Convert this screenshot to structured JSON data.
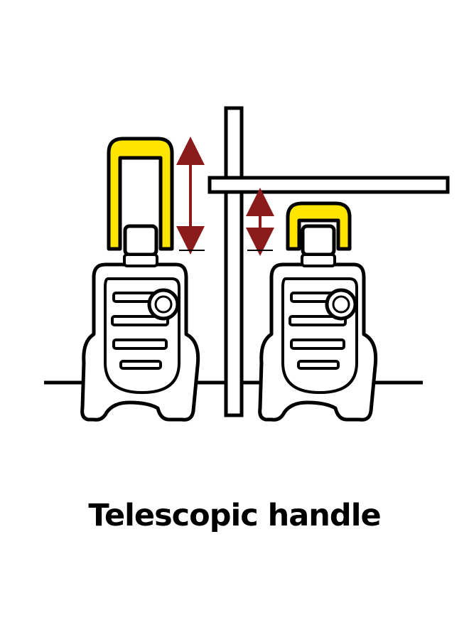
{
  "caption": "Telescopic handle",
  "colors": {
    "handle_yellow": "#ffe500",
    "arrow_red": "#8b1a1a",
    "outline": "#000000",
    "body_fill": "#ffffff"
  },
  "icons": [
    "pressure-washer-handle-extended",
    "pressure-washer-handle-retracted",
    "shelf-frame",
    "height-arrow"
  ]
}
